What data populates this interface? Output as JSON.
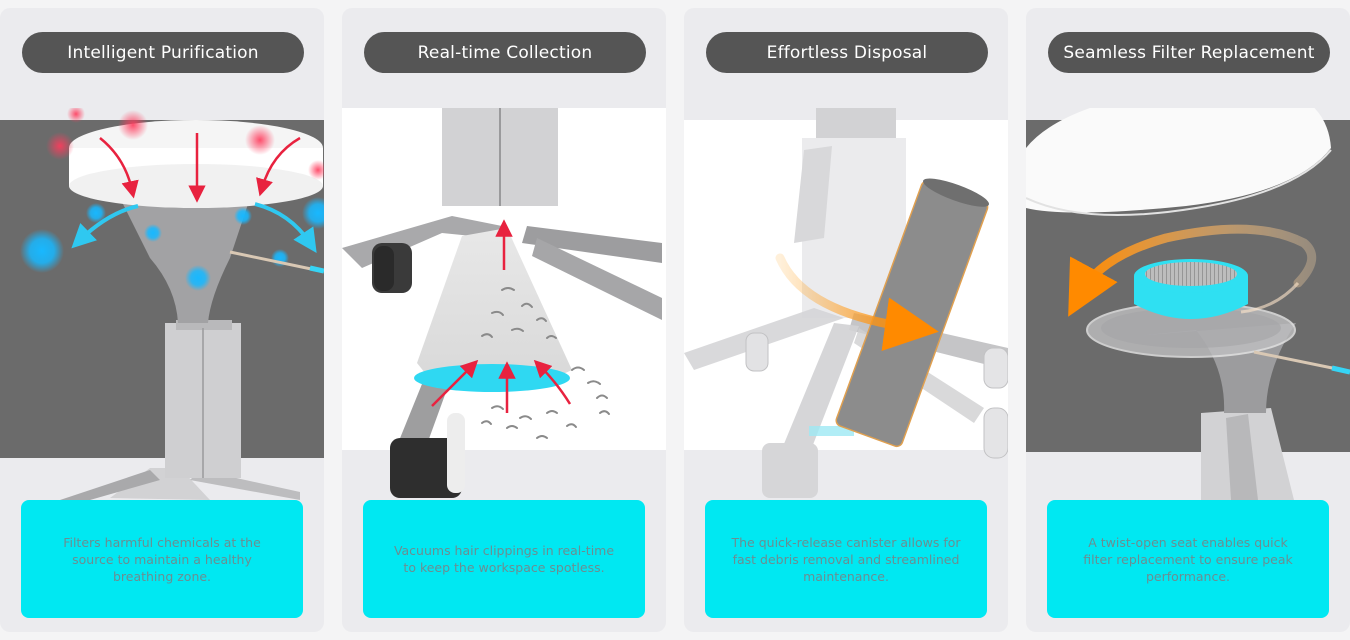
{
  "cards": [
    {
      "title": "Intelligent Purification",
      "caption": "Filters harmful chemicals at the source to maintain a healthy breathing zone."
    },
    {
      "title": "Real-time Collection",
      "caption": "Vacuums hair clippings in real-time to keep the workspace spotless."
    },
    {
      "title": "Effortless Disposal",
      "caption": "The quick-release canister allows for fast debris removal and streamlined maintenance."
    },
    {
      "title": "Seamless Filter Replacement",
      "caption": "A twist-open seat enables quick filter replacement to ensure peak performance."
    }
  ],
  "colors": {
    "title_bg": "#555555",
    "caption_bg": "#00e8f2",
    "caption_text": "#6a8e92",
    "chemical_red": "#ff3b5c",
    "clean_air_blue": "#18b8ff",
    "rotate_orange": "#ff8a00"
  }
}
